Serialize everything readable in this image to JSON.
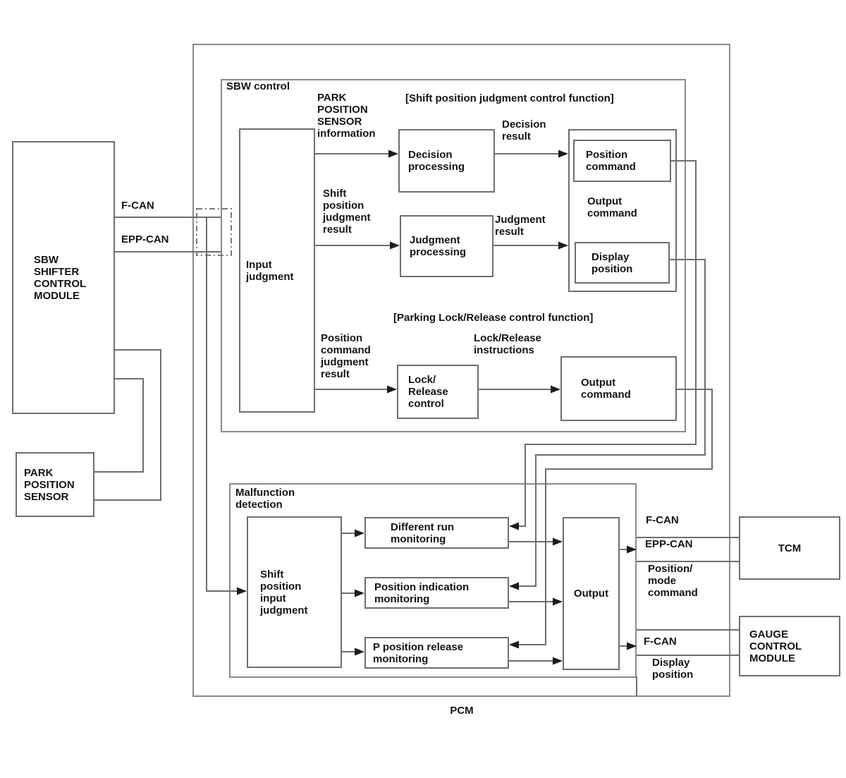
{
  "diagram": {
    "pcm_label": "PCM",
    "colors": {
      "background": "#ffffff",
      "line": "#6e6e6e",
      "arrow": "#1c1c1c",
      "text": "#141414"
    },
    "left": {
      "sbw_shifter": "SBW\nSHIFTER\nCONTROL\nMODULE",
      "park_sensor": "PARK\nPOSITION\nSENSOR",
      "f_can": "F-CAN",
      "epp_can": "EPP-CAN"
    },
    "sbw": {
      "label": "SBW control",
      "header_shift": "[Shift position judgment control function]",
      "park_info": "PARK\nPOSITION\nSENSOR\ninformation",
      "input_judgment": "Input\njudgment",
      "decision_processing": "Decision\nprocessing",
      "decision_result": "Decision\nresult",
      "position_command": "Position\ncommand",
      "output_command": "Output\ncommand",
      "display_position": "Display\nposition",
      "shift_position_judgment_result": "Shift\nposition\njudgment\nresult",
      "judgment_processing": "Judgment\nprocessing",
      "judgment_result": "Judgment\nresult",
      "header_parking": "[Parking Lock/Release control function]",
      "position_command_judgment_result": "Position\ncommand\njudgment\nresult",
      "lock_release_control": "Lock/\nRelease\ncontrol",
      "lock_release_instructions": "Lock/Release\ninstructions",
      "output_command_parking": "Output\ncommand"
    },
    "mal": {
      "label": "Malfunction\ndetection",
      "shift_position_input_judgment": "Shift\nposition\ninput\njudgment",
      "different_run": "Different run\nmonitoring",
      "position_indication": "Position indication\nmonitoring",
      "p_position_release": "P position release\nmonitoring",
      "output": "Output"
    },
    "right": {
      "f_can_tcm": "F-CAN",
      "epp_can_tcm": "EPP-CAN",
      "position_mode_command": "Position/\nmode\ncommand",
      "tcm": "TCM",
      "f_can_gauge": "F-CAN",
      "display_position": "Display\nposition",
      "gauge": "GAUGE\nCONTROL\nMODULE"
    }
  }
}
